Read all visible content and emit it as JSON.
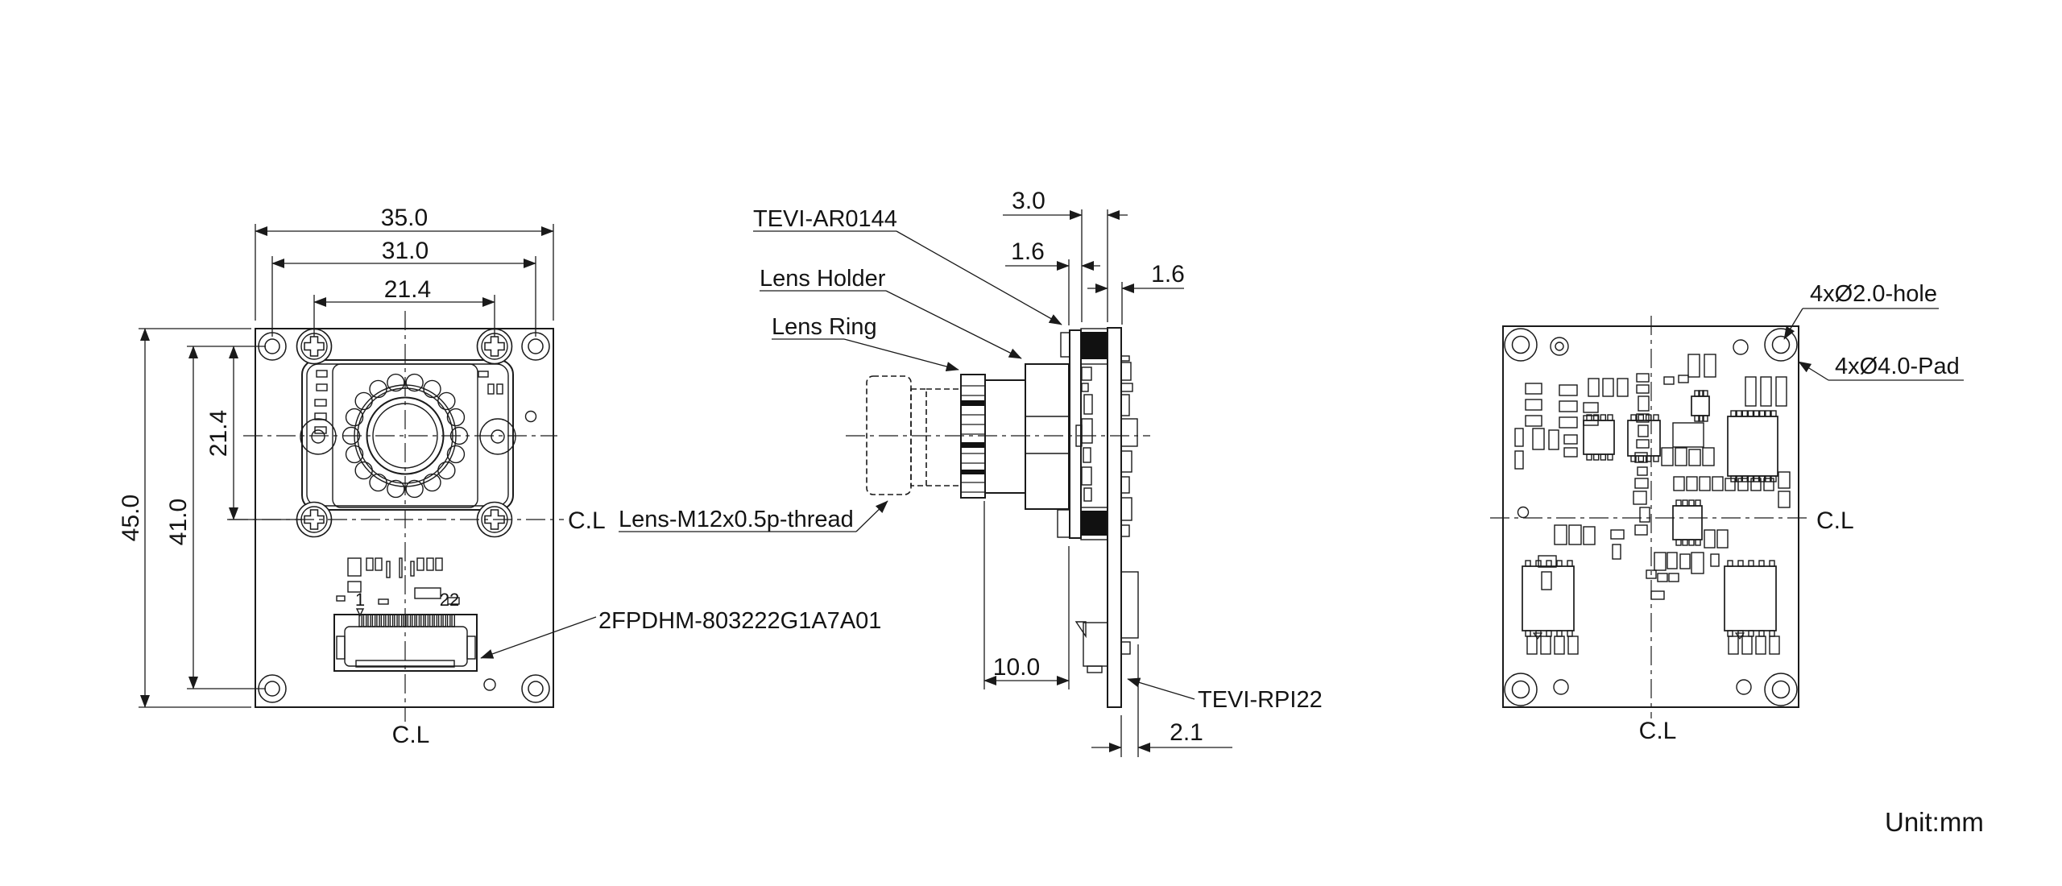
{
  "title_block": {
    "unit_note": "Unit:mm"
  },
  "views": {
    "front": {
      "dim_width_board": "35.0",
      "dim_width_holes": "31.0",
      "dim_width_screws": "21.4",
      "dim_height_board": "45.0",
      "dim_height_holes": "41.0",
      "dim_height_screws": "21.4",
      "pin_first": "1",
      "pin_last": "22",
      "connector_label": "2FPDHM-803222G1A7A01",
      "centerline_right": "C.L",
      "centerline_bottom": "C.L"
    },
    "side": {
      "label_sensor_module": "TEVI-AR0144",
      "label_lens_holder": "Lens Holder",
      "label_lens_ring": "Lens Ring",
      "label_lens_thread": "Lens-M12x0.5p-thread",
      "label_adapter_board": "TEVI-RPI22",
      "dim_standoff": "3.0",
      "dim_sensor_pcb": "1.6",
      "dim_adapter_pcb": "1.6",
      "dim_lens_to_pcb": "10.0",
      "dim_connector_back": "2.1"
    },
    "back": {
      "label_holes": "4xØ2.0-hole",
      "label_pads": "4xØ4.0-Pad",
      "centerline_right": "C.L",
      "centerline_bottom": "C.L"
    }
  }
}
